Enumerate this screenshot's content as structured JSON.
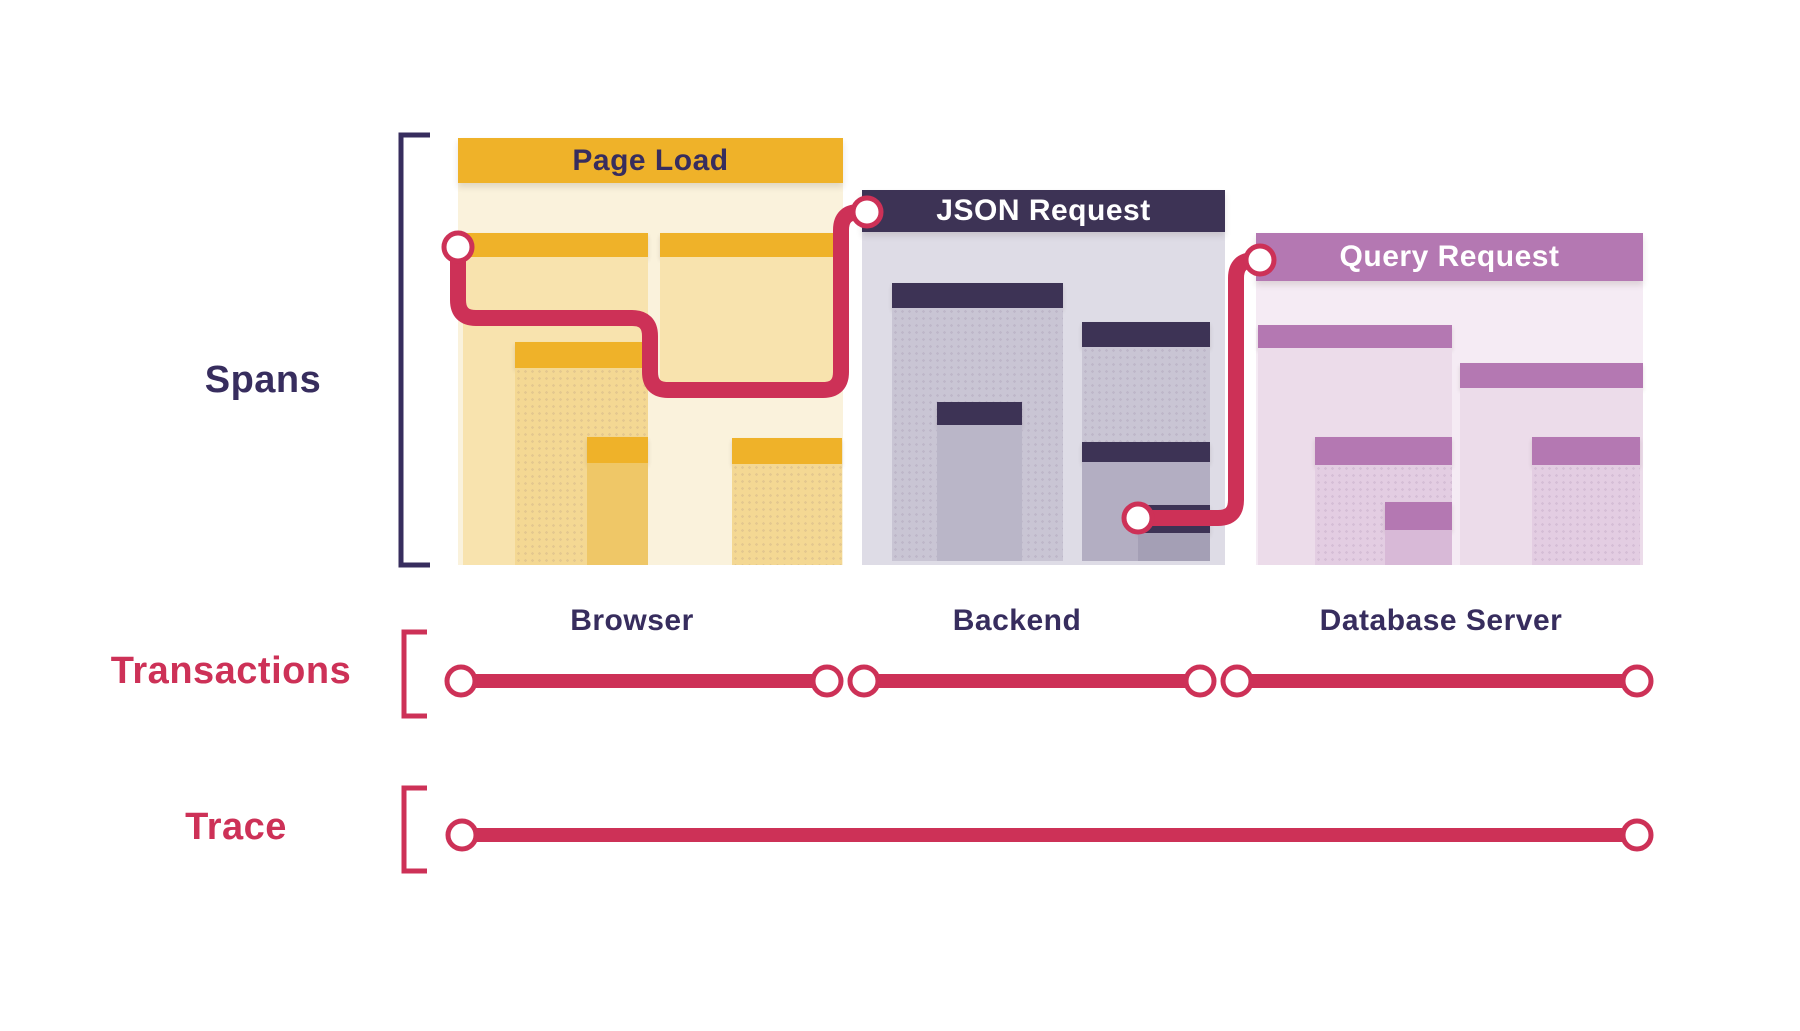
{
  "rows": [
    {
      "id": "spans",
      "label": "Spans"
    },
    {
      "id": "transactions",
      "label": "Transactions"
    },
    {
      "id": "trace",
      "label": "Trace"
    }
  ],
  "panels": [
    {
      "title": "Page Load",
      "caption": "Browser",
      "theme": "gold"
    },
    {
      "title": "JSON Request",
      "caption": "Backend",
      "theme": "navy"
    },
    {
      "title": "Query Request",
      "caption": "Database Server",
      "theme": "purple"
    }
  ],
  "colors": {
    "red": "#CD3157",
    "navy": "#3D3355",
    "navyText": "#372D5E",
    "gold": "#EFB229",
    "goldPanel": "#FAF2DC",
    "goldChild": "#F8E3AE",
    "goldGrand": "#F4D893",
    "goldGreat": "#EFC767",
    "navyPanel": "#DEDCE6",
    "navyChild": "#C9C5D4",
    "navyGrand": "#BAB6C8",
    "navyB1": "#B3AEC2",
    "navyB2": "#A49FB5",
    "purple": "#B478B2",
    "purplePanel": "#F5EBF4",
    "purpleChild": "#ECDCEA",
    "purpleGrand": "#E3CDE2",
    "purpleGreat": "#D8B9D7"
  }
}
